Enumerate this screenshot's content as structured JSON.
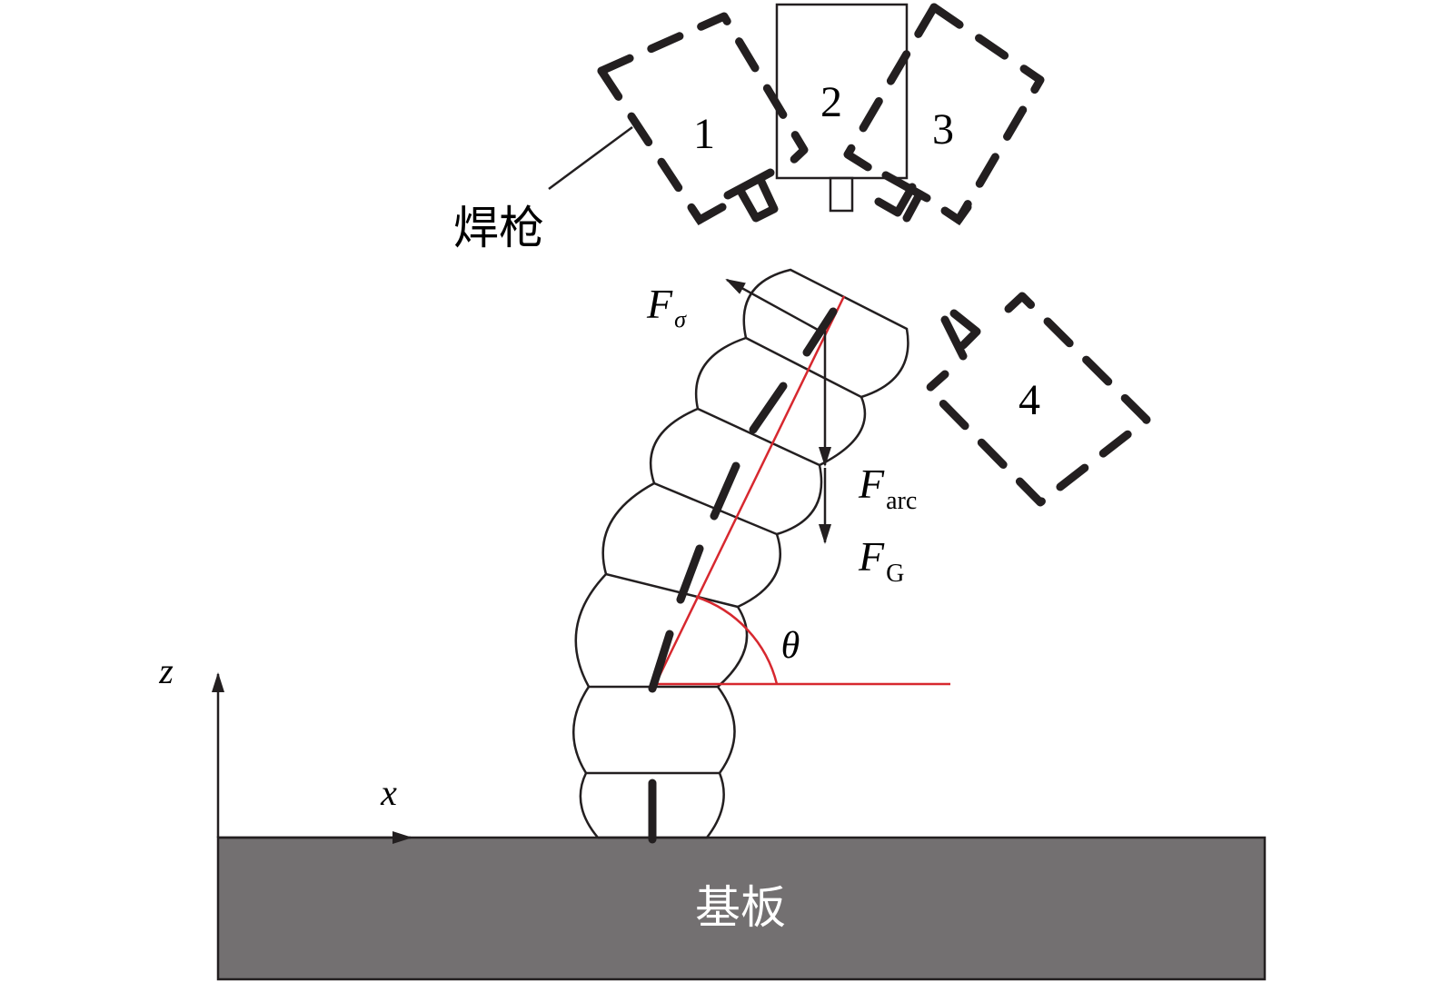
{
  "labels": {
    "torch": "焊枪",
    "substrate": "基板",
    "pos1": "1",
    "pos2": "2",
    "pos3": "3",
    "pos4": "4",
    "f_sigma_main": "F",
    "f_sigma_sub": "σ",
    "f_arc_main": "F",
    "f_arc_sub": "arc",
    "f_g_main": "F",
    "f_g_sub": "G",
    "theta": "θ",
    "axis_z": "z",
    "axis_x": "x"
  },
  "colors": {
    "substrate": "#737071",
    "line": "#231f20",
    "accent": "#d7282f"
  }
}
